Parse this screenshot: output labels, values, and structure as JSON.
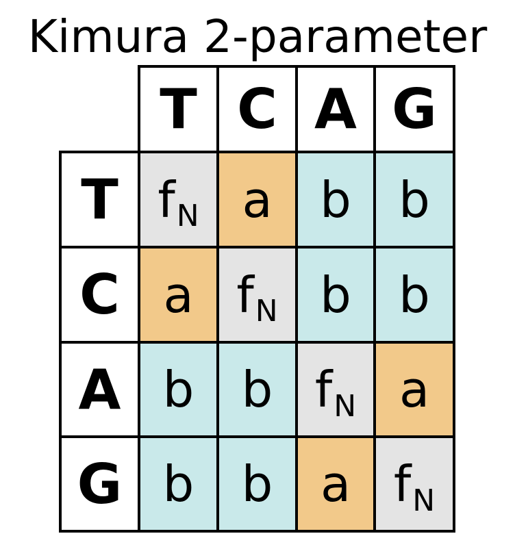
{
  "title": "Kimura 2-parameter",
  "col_headers": [
    "T",
    "C",
    "A",
    "G"
  ],
  "row_headers": [
    "T",
    "C",
    "A",
    "G"
  ],
  "matrix": [
    [
      {
        "type": "diag",
        "main": "f",
        "sub": "N"
      },
      {
        "type": "a",
        "main": "a",
        "sub": ""
      },
      {
        "type": "b",
        "main": "b",
        "sub": ""
      },
      {
        "type": "b",
        "main": "b",
        "sub": ""
      }
    ],
    [
      {
        "type": "a",
        "main": "a",
        "sub": ""
      },
      {
        "type": "diag",
        "main": "f",
        "sub": "N"
      },
      {
        "type": "b",
        "main": "b",
        "sub": ""
      },
      {
        "type": "b",
        "main": "b",
        "sub": ""
      }
    ],
    [
      {
        "type": "b",
        "main": "b",
        "sub": ""
      },
      {
        "type": "b",
        "main": "b",
        "sub": ""
      },
      {
        "type": "diag",
        "main": "f",
        "sub": "N"
      },
      {
        "type": "a",
        "main": "a",
        "sub": ""
      }
    ],
    [
      {
        "type": "b",
        "main": "b",
        "sub": ""
      },
      {
        "type": "b",
        "main": "b",
        "sub": ""
      },
      {
        "type": "a",
        "main": "a",
        "sub": ""
      },
      {
        "type": "diag",
        "main": "f",
        "sub": "N"
      }
    ]
  ],
  "colors": {
    "diag": "#e4e4e4",
    "a": "#f2c98a",
    "b": "#c9e9ea"
  }
}
